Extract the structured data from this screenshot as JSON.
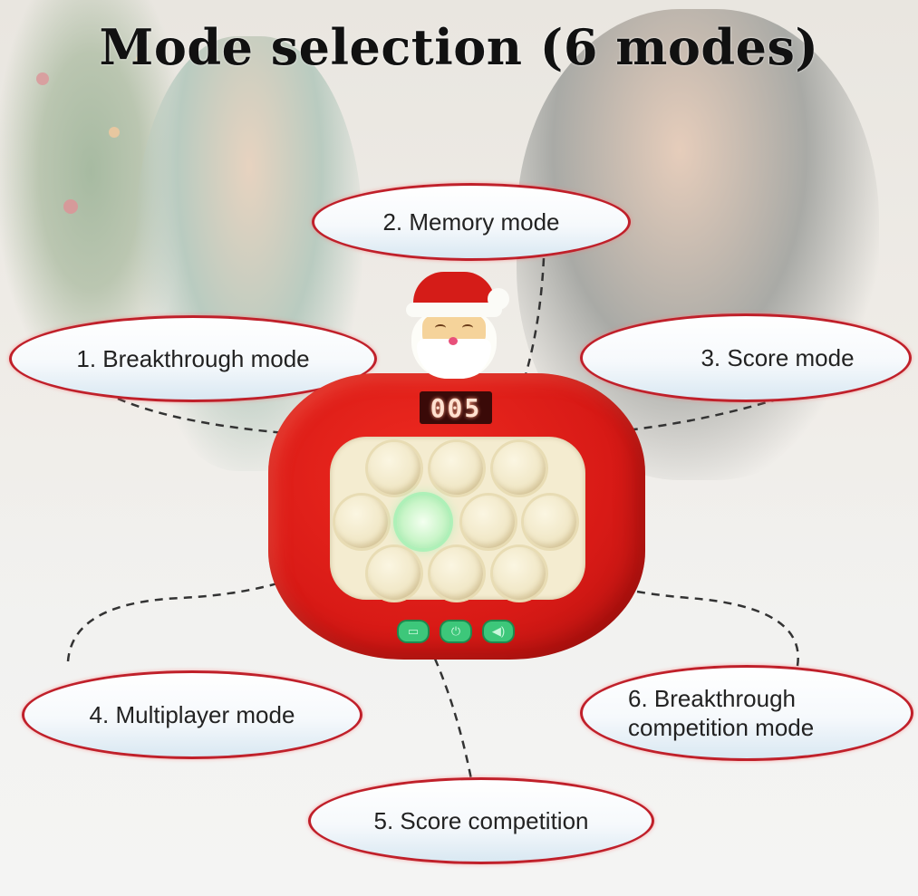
{
  "title": "Mode selection (6 modes)",
  "device": {
    "display_value": "005",
    "body_color": "#d81a16",
    "panel_color": "#f4ecd0",
    "button_color": "#3dc77a",
    "buttons": [
      {
        "icon": "mode-icon",
        "glyph": "▭"
      },
      {
        "icon": "power-icon",
        "glyph": "⏻"
      },
      {
        "icon": "sound-icon",
        "glyph": "◀)"
      }
    ],
    "pop_rows": [
      3,
      4,
      3
    ]
  },
  "modes": [
    {
      "number": 1,
      "label": "1. Breakthrough mode"
    },
    {
      "number": 2,
      "label": "2. Memory mode"
    },
    {
      "number": 3,
      "label": "3. Score mode"
    },
    {
      "number": 4,
      "label": "4. Multiplayer mode"
    },
    {
      "number": 5,
      "label": "5. Score competition"
    },
    {
      "number": 6,
      "label_line1": "6. Breakthrough",
      "label_line2": "competition mode"
    }
  ],
  "colors": {
    "bubble_border": "#c0202a",
    "title_text": "#111111"
  }
}
